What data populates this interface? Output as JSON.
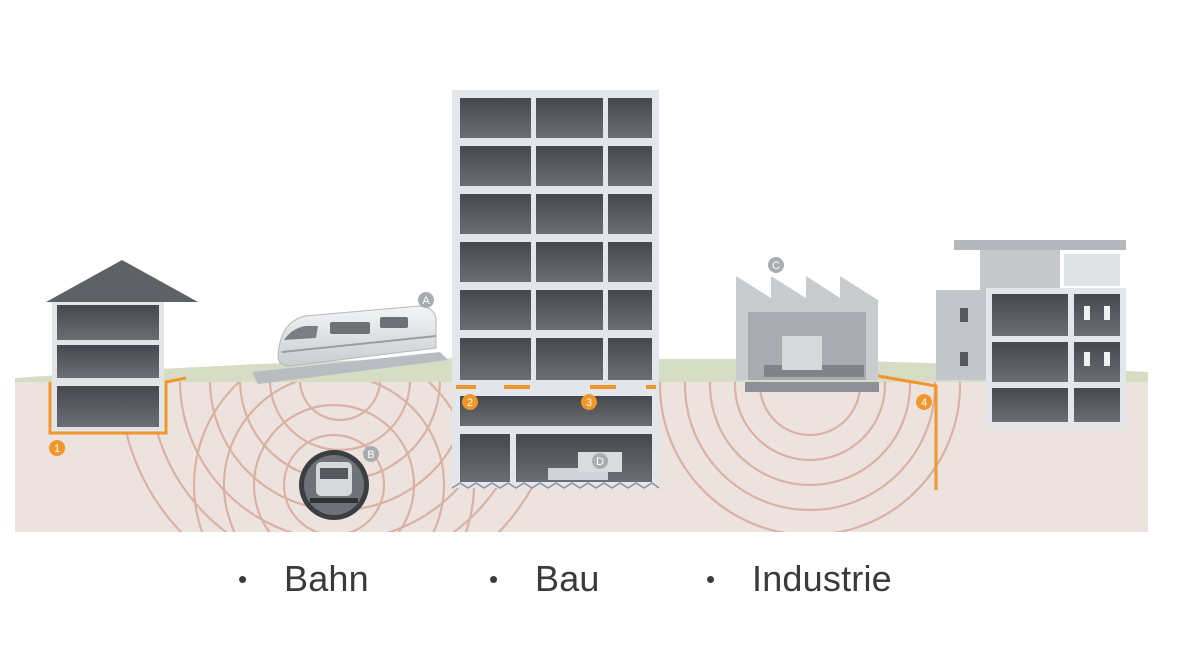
{
  "markers": {
    "m1": "1",
    "m2": "2",
    "m3": "3",
    "m4": "4",
    "mA": "A",
    "mB": "B",
    "mC": "C",
    "mD": "D"
  },
  "legend": {
    "bullet": "•",
    "items": [
      "Bahn",
      "Bau",
      "Industrie"
    ]
  },
  "colors": {
    "accent": "#f0962a",
    "ground": "#ece3de",
    "grass": "#d7dcc5",
    "wave": "#d9a99a",
    "building_dark": "#5f6266",
    "frame": "#dfe3e8"
  }
}
